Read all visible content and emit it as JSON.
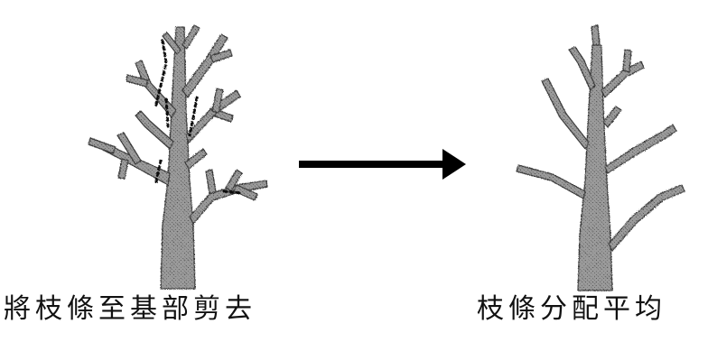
{
  "panels": {
    "before": {
      "caption": "將枝條至基部剪去"
    },
    "after": {
      "caption": "枝條分配平均"
    }
  },
  "colors": {
    "branch": "#8a8a8a",
    "branch_edge": "#3a3a3a",
    "arrow": "#000000",
    "cut_mark": "#111111"
  },
  "icons": {
    "before_tree": "tree-with-cut-lines",
    "after_tree": "pruned-tree",
    "transition": "right-arrow"
  }
}
